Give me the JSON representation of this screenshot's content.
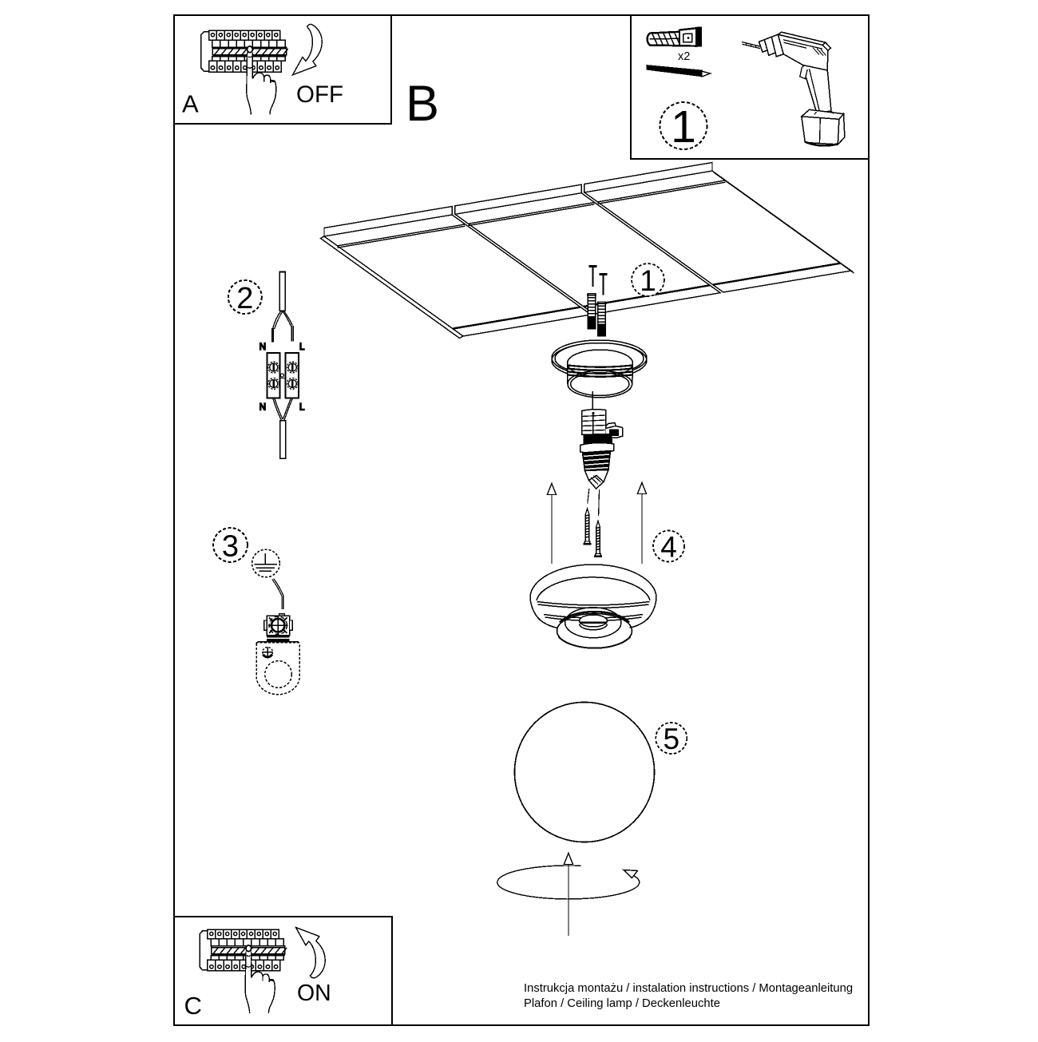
{
  "document": {
    "type": "installation-instruction-sheet",
    "product": "ceiling lamp"
  },
  "steps": {
    "box_a_label": "A",
    "box_b_label": "B",
    "box_c_label": "C",
    "off_label": "OFF",
    "on_label": "ON",
    "tools_step_number": "1",
    "ceiling_step_number": "1",
    "wiring_step_number": "2",
    "ground_step_number": "3",
    "canopy_step_number": "4",
    "shade_step_number": "5",
    "anchor_quantity": "x2"
  },
  "wiring": {
    "top_neutral_label": "N",
    "top_line_label": "L",
    "bottom_neutral_label": "N",
    "bottom_line_label": "L"
  },
  "footer": {
    "line1": "Instrukcja montażu / instalation instructions / Montageanleitung",
    "line2": "Plafon / Ceiling lamp / Deckenleuchte"
  },
  "colors": {
    "ink": "#000000",
    "paper": "#ffffff"
  }
}
